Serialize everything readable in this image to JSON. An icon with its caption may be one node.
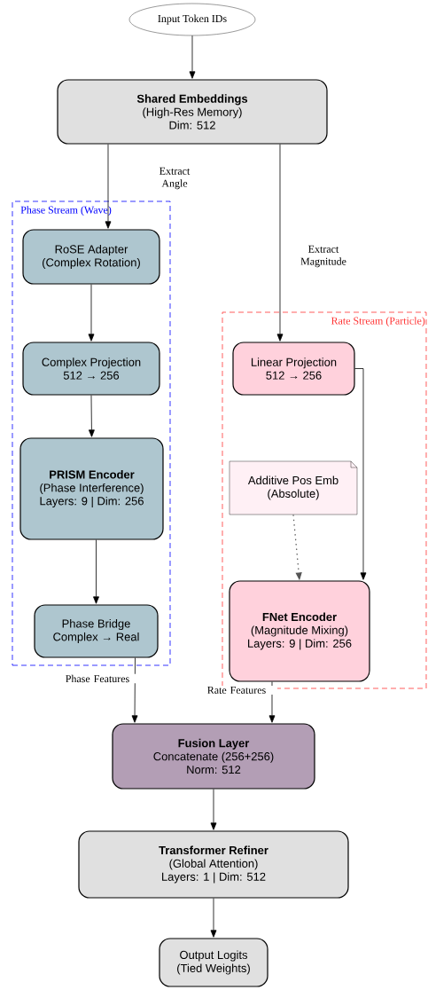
{
  "diagram": {
    "nodes": [
      {
        "text": [
          "Input Token IDs"
        ]
      },
      {
        "text": [
          "Shared Embeddings",
          "(High-Res Memory)",
          "Dim: 512"
        ]
      },
      {
        "text": [
          "Phase Stream (Wave)"
        ]
      },
      {
        "text": [
          "RoSE Adapter",
          "(Complex Rotation)"
        ],
        "in": 2
      },
      {
        "text": [
          "Complex Projection",
          "512 → 256"
        ],
        "in": 2
      },
      {
        "text": [
          "PRISM Encoder",
          "(Phase Interference)",
          "Layers: 9 | Dim: 256"
        ],
        "in": 2
      },
      {
        "text": [
          "Phase Bridge",
          "Complex → Real"
        ],
        "in": 2
      },
      {
        "text": [
          "Rate Stream (Particle)"
        ]
      },
      {
        "text": [
          "Linear Projection",
          "512 → 256"
        ],
        "in": 7
      },
      {
        "text": [
          "Additive Pos Emb",
          "(Absolute)"
        ],
        "in": 7
      },
      {
        "text": [
          "FNet Encoder",
          "(Magnitude Mixing)",
          "Layers: 9 | Dim: 256"
        ],
        "in": 7
      },
      {
        "text": [
          "Fusion Layer",
          "Concatenate (256+256)",
          "Norm: 512"
        ]
      },
      {
        "text": [
          "Transformer Refiner",
          "(Global Attention)",
          "Layers: 1 | Dim: 512"
        ]
      },
      {
        "text": [
          "Output Logits",
          "(Tied Weights)"
        ]
      }
    ],
    "edges": [
      {
        "from": 0,
        "to": 1,
        "arrow": "to"
      },
      {
        "from": 1,
        "to": 3,
        "arrow": "to",
        "label": "Extract Angle"
      },
      {
        "from": 1,
        "to": 8,
        "arrow": "to",
        "label": "Extract Magnitude"
      },
      {
        "from": 3,
        "to": 4,
        "arrow": "to"
      },
      {
        "from": 4,
        "to": 5,
        "arrow": "to"
      },
      {
        "from": 5,
        "to": 6,
        "arrow": "to"
      },
      {
        "from": 8,
        "to": 10,
        "arrow": "to"
      },
      {
        "from": 9,
        "to": 10,
        "arrow": "to",
        "style": "dashed",
        "color": "#555555"
      },
      {
        "from": 6,
        "to": 11,
        "arrow": "to",
        "label": "Phase Features"
      },
      {
        "from": 10,
        "to": 11,
        "arrow": "to",
        "label": "Rate Features"
      },
      {
        "from": 11,
        "to": 12,
        "arrow": "to"
      },
      {
        "from": 12,
        "to": 13,
        "arrow": "to"
      }
    ]
  }
}
